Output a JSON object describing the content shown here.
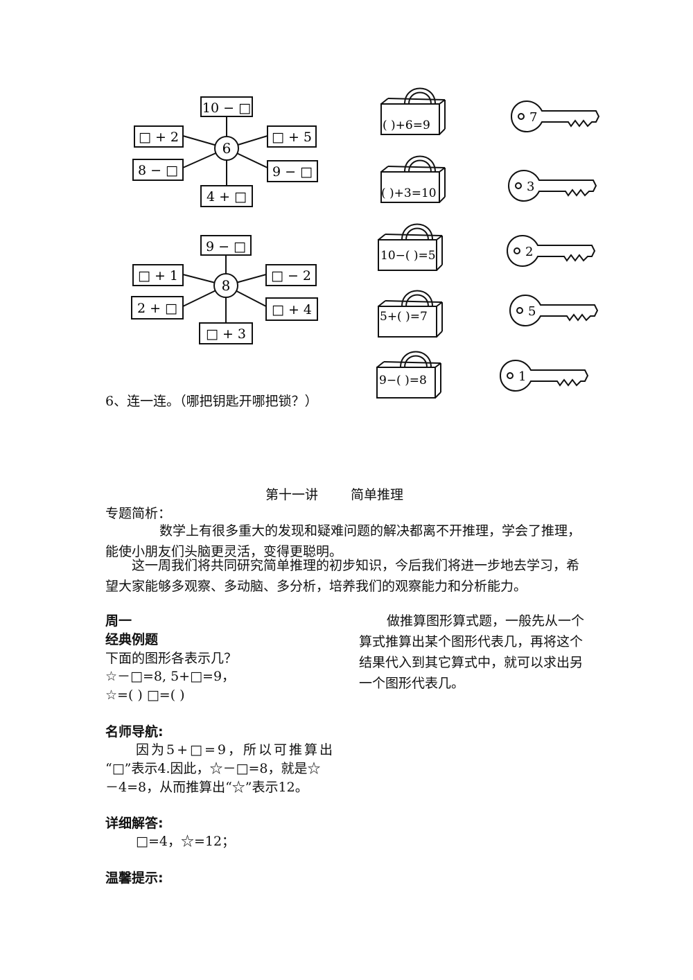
{
  "diagram1": {
    "center": "6",
    "top": "10 − □",
    "upper_left": "□ + 2",
    "upper_right": "□ + 5",
    "lower_left": "8 − □",
    "lower_right": "9 − □",
    "bottom": "4 + □"
  },
  "diagram2": {
    "center": "8",
    "top": "9 − □",
    "upper_left": "□ + 1",
    "upper_right": "□ − 2",
    "lower_left": "2 + □",
    "lower_right": "□ + 4",
    "bottom": "□ + 3"
  },
  "locks": [
    "(    )+6=9",
    "(    )+3=10",
    "10−(   )=5",
    "5+(   )=7",
    "9−(   )=8"
  ],
  "keys": [
    "7",
    "3",
    "2",
    "5",
    "1"
  ],
  "question6": "6、连一连。（哪把钥匙开哪把锁？）",
  "lecture": {
    "title": "第十一讲",
    "subtitle": "简单推理"
  },
  "intro": {
    "heading": "专题简析：",
    "para1": "数学上有很多重大的发现和疑难问题的解决都离不开推理，学会了推理，能使小朋友们头脑更灵活，变得更聪明。",
    "para2": "这一周我们将共同研究简单推理的初步知识，今后我们将进一步地去学习，希望大家能够多观察、多动脑、多分析，培养我们的观察能力和分析能力。"
  },
  "monday": {
    "day": "周一",
    "example_heading": "经典例题",
    "question": "下面的图形各表示几？",
    "equations": "☆－□=8,   5+□=9，",
    "blanks": "☆=(      )      □=(      )",
    "guide_heading": "名师导航:",
    "guide_line1": "因为5+□=9，所以可推算出",
    "guide_line2": "“□”表示4.因此，☆－□=8，就是☆",
    "guide_line3": "－4=8，从而推算出“☆”表示12。",
    "answer_heading": "详细解答:",
    "answer": "□=4，☆=12；",
    "tip_heading": "温馨提示:",
    "side_note": "做推算图形算式题，一般先从一个算式推算出某个图形代表几，再将这个结果代入到其它算式中，就可以求出另一个图形代表几。"
  }
}
